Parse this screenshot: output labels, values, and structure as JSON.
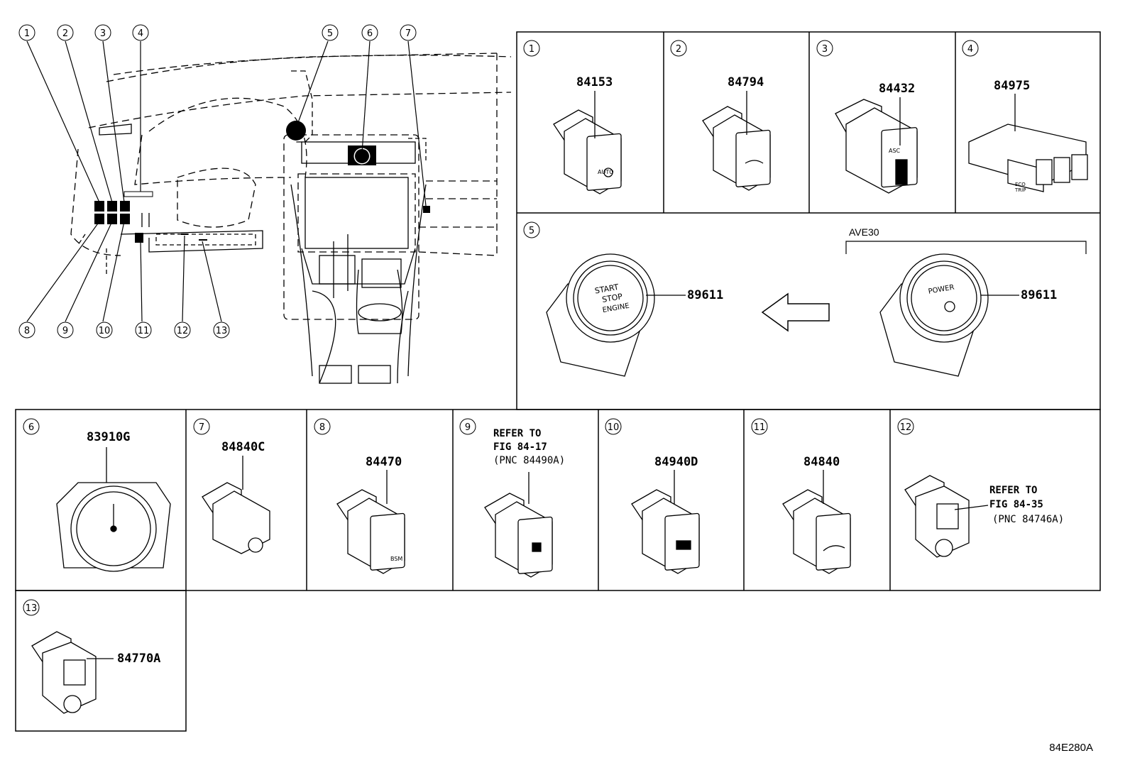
{
  "overview": {
    "callouts": [
      "1",
      "2",
      "3",
      "4",
      "5",
      "6",
      "7",
      "8",
      "9",
      "10",
      "11",
      "12",
      "13"
    ]
  },
  "panels": [
    {
      "num": "1",
      "part": "84153"
    },
    {
      "num": "2",
      "part": "84794"
    },
    {
      "num": "3",
      "part": "84432"
    },
    {
      "num": "4",
      "part": "84975"
    },
    {
      "num": "5",
      "part_left": "89611",
      "part_right": "89611",
      "variant": "AVE30"
    },
    {
      "num": "6",
      "part": "83910G"
    },
    {
      "num": "7",
      "part": "84840C"
    },
    {
      "num": "8",
      "part": "84470"
    },
    {
      "num": "9",
      "refer": [
        "REFER TO",
        "FIG 84-17",
        "(PNC 84490A)"
      ]
    },
    {
      "num": "10",
      "part": "84940D"
    },
    {
      "num": "11",
      "part": "84840"
    },
    {
      "num": "12",
      "refer": [
        "REFER TO",
        "FIG 84-35",
        "(PNC 84746A)"
      ]
    },
    {
      "num": "13",
      "part": "84770A"
    }
  ],
  "switch_labels": {
    "start_stop": [
      "START",
      "STOP",
      "ENGINE"
    ],
    "power": "POWER",
    "eco": [
      "ECO",
      "TRIP"
    ],
    "bsm": "BSM",
    "asc": "ASC",
    "auto": "AUTO"
  },
  "drawing_code": "84E280A"
}
